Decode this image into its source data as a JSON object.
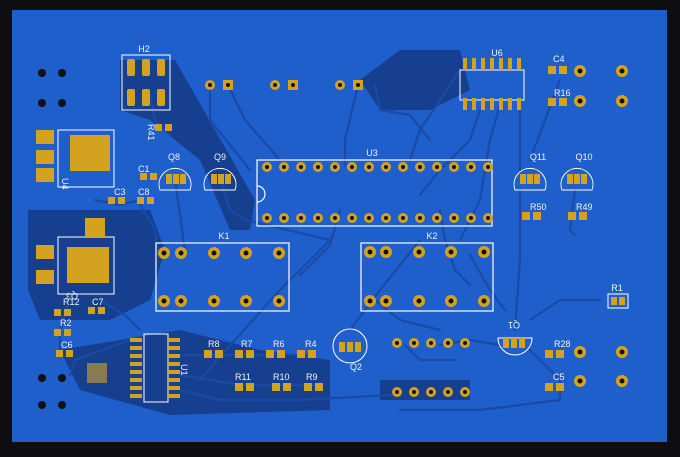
{
  "colors": {
    "background": "#0e0e10",
    "board": "#1f5fcb",
    "board_dark": "#163f8f",
    "trace": "#1a4aa6",
    "pad": "#d4a21e",
    "silkscreen": "#ffffff",
    "drill": "#111111"
  },
  "labels": {
    "H2": "H2",
    "R41": "R41",
    "U6": "U6",
    "C4": "C4",
    "R16": "R16",
    "U3": "U3",
    "U4": "U4",
    "C1": "C1",
    "C3": "C3",
    "C8": "C8",
    "Q8": "Q8",
    "Q9": "Q9",
    "Q11": "Q11",
    "Q10": "Q10",
    "R50": "R50",
    "R49": "R49",
    "K1": "K1",
    "K2": "K2",
    "R1": "R1",
    "Q1": "Q1",
    "R28": "R28",
    "C5": "C5",
    "Q3": "Q3",
    "C7": "C7",
    "R12": "R12",
    "R2": "R2",
    "C6": "C6",
    "U1": "U1",
    "R8": "R8",
    "R7": "R7",
    "R6": "R6",
    "R4": "R4",
    "Q2": "Q2",
    "R11": "R11",
    "R10": "R10",
    "R9": "R9"
  }
}
